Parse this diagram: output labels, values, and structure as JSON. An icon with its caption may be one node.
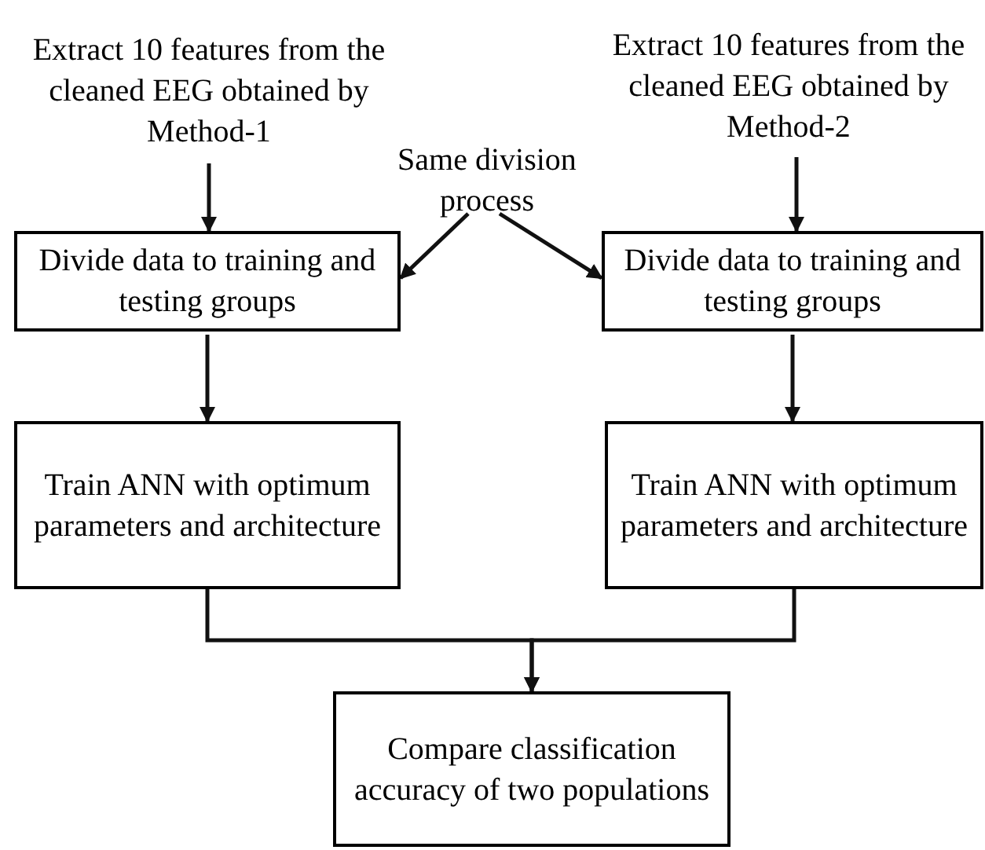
{
  "diagram": {
    "nodes": [
      {
        "text": [
          "Extract 10 features from the cleaned EEG obtained by Method-1"
        ]
      },
      {
        "text": [
          "Extract 10 features from the cleaned EEG obtained by Method-2"
        ]
      },
      {
        "text": [
          "Same division process"
        ]
      },
      {
        "text": [
          "Divide data to training and testing groups"
        ]
      },
      {
        "text": [
          "Divide data to training and testing groups"
        ]
      },
      {
        "text": [
          "Train ANN with optimum parameters and architecture"
        ]
      },
      {
        "text": [
          "Train ANN with optimum parameters and architecture"
        ]
      },
      {
        "text": [
          "Compare classification accuracy of two populations"
        ]
      }
    ],
    "edges": [
      {
        "from": 0,
        "to": 3,
        "arrow": "to"
      },
      {
        "from": 1,
        "to": 4,
        "arrow": "to"
      },
      {
        "from": 2,
        "to": 3,
        "arrow": "to"
      },
      {
        "from": 2,
        "to": 4,
        "arrow": "to"
      },
      {
        "from": 3,
        "to": 5,
        "arrow": "to"
      },
      {
        "from": 4,
        "to": 6,
        "arrow": "to"
      },
      {
        "from": 5,
        "to": 7,
        "arrow": "to"
      },
      {
        "from": 6,
        "to": 7,
        "arrow": "to"
      }
    ]
  }
}
